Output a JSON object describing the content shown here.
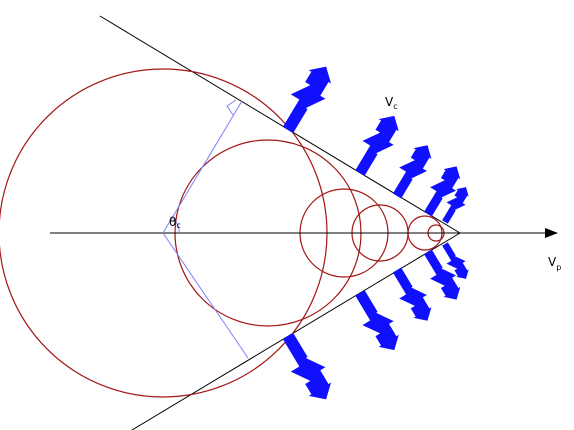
{
  "labels": {
    "wave_velocity": "V",
    "wave_velocity_sub": "c",
    "particle_velocity": "V",
    "particle_velocity_sub": "p",
    "angle": "θ",
    "angle_sub": "c"
  },
  "colors": {
    "background": "#ffffff",
    "cone_lines": "#000000",
    "axis": "#000000",
    "wavefronts": "#a31515",
    "radius_lines": "#7f7fff",
    "wave_arrows": "#1010ff"
  },
  "icons": {
    "wave_arrow": "zigzag-arrow-icon",
    "axis_arrowhead": "arrowhead-icon",
    "right_angle_mark": "right-angle-icon",
    "angle_arc": "angle-arc-icon"
  }
}
